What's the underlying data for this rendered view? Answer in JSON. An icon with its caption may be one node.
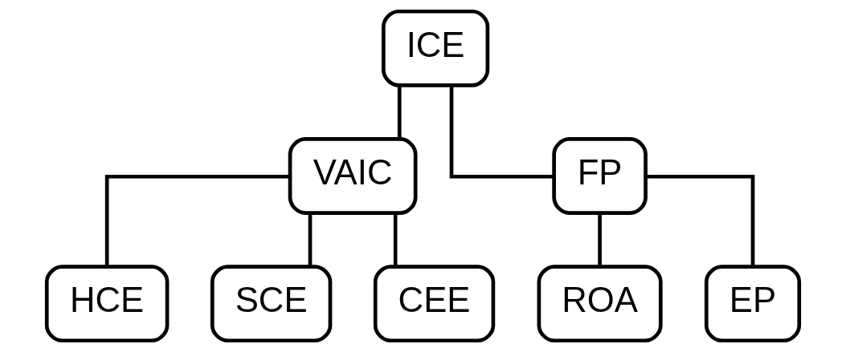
{
  "diagram": {
    "nodes": [
      {
        "text": [
          "ICE"
        ]
      },
      {
        "text": [
          "VAIC"
        ]
      },
      {
        "text": [
          "FP"
        ]
      },
      {
        "text": [
          "HCE"
        ]
      },
      {
        "text": [
          "SCE"
        ]
      },
      {
        "text": [
          "CEE"
        ]
      },
      {
        "text": [
          "ROA"
        ]
      },
      {
        "text": [
          "EP"
        ]
      }
    ],
    "edges": [
      {
        "from": 0,
        "to": 1,
        "arrow": "none"
      },
      {
        "from": 0,
        "to": 2,
        "arrow": "none"
      },
      {
        "from": 1,
        "to": 3,
        "arrow": "none"
      },
      {
        "from": 1,
        "to": 4,
        "arrow": "none"
      },
      {
        "from": 1,
        "to": 5,
        "arrow": "none"
      },
      {
        "from": 2,
        "to": 6,
        "arrow": "none"
      },
      {
        "from": 2,
        "to": 7,
        "arrow": "none"
      }
    ]
  }
}
